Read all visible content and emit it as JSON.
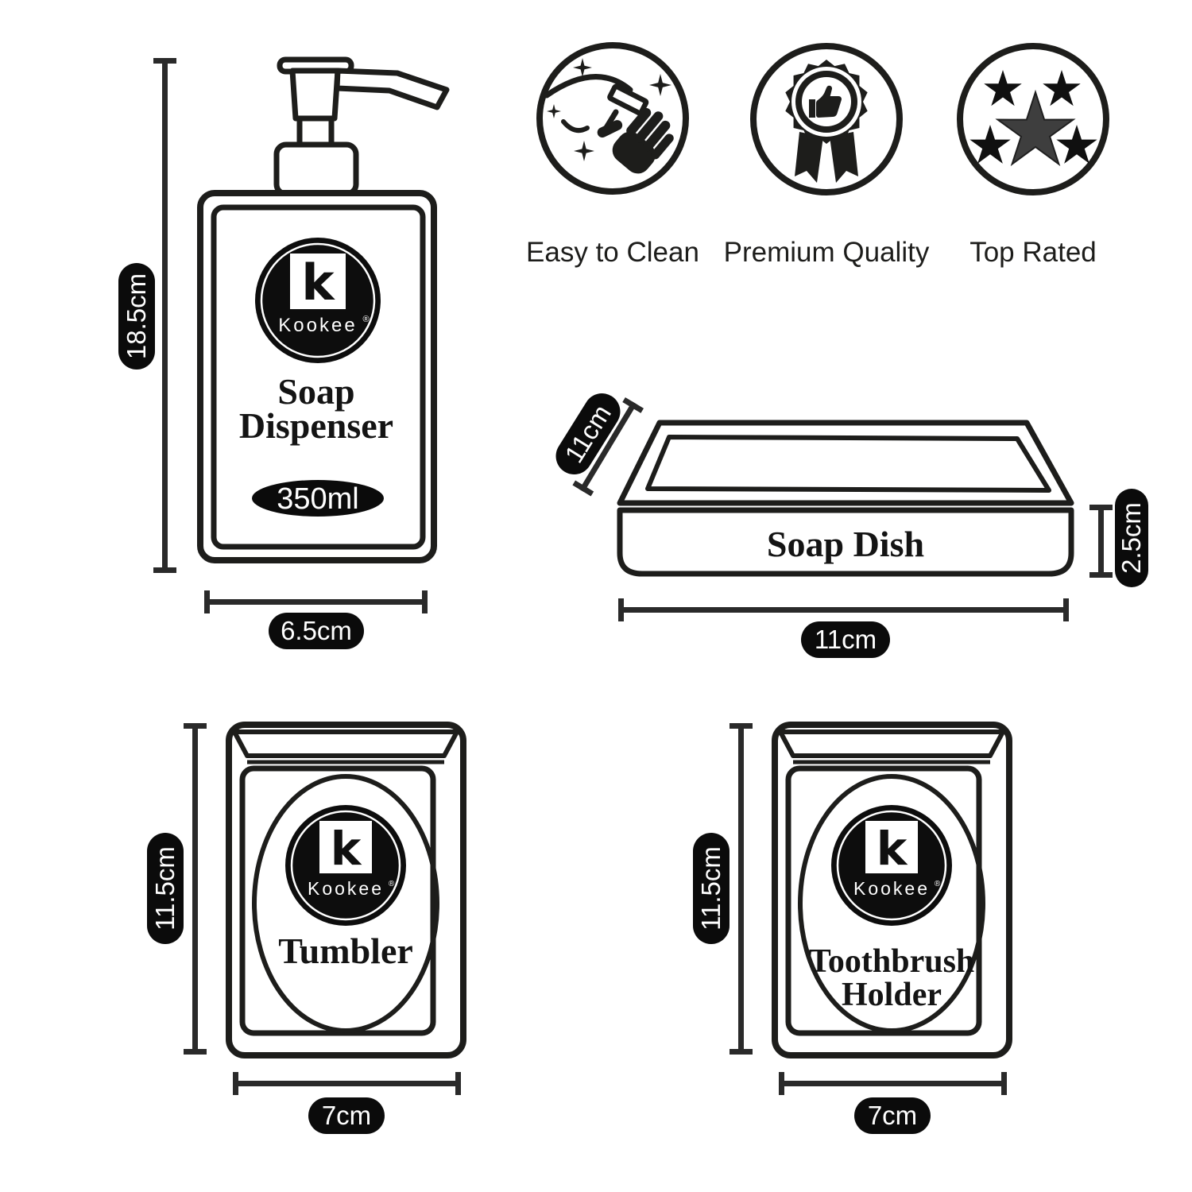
{
  "brand": {
    "name": "Kookee",
    "k_glyph": "k",
    "registered": "®"
  },
  "features": [
    {
      "label": "Easy to Clean",
      "icon": "hand-sparkle-clean-icon"
    },
    {
      "label": "Premium Quality",
      "icon": "thumbs-up-badge-icon"
    },
    {
      "label": "Top Rated",
      "icon": "five-stars-icon"
    }
  ],
  "soap_dispenser": {
    "line1": "Soap",
    "line2": "Dispenser",
    "capacity": "350ml",
    "dim_height": "18.5cm",
    "dim_width": "6.5cm"
  },
  "soap_dish": {
    "name": "Soap Dish",
    "dim_depth": "11cm",
    "dim_height": "2.5cm",
    "dim_width": "11cm"
  },
  "tumbler": {
    "name": "Tumbler",
    "dim_height": "11.5cm",
    "dim_width": "7cm"
  },
  "toothbrush_holder": {
    "line1": "Toothbrush",
    "line2": "Holder",
    "dim_height": "11.5cm",
    "dim_width": "7cm"
  },
  "colors": {
    "ink": "#1d1d1b",
    "paper": "#ffffff",
    "star_center": "#3e3e3e"
  }
}
